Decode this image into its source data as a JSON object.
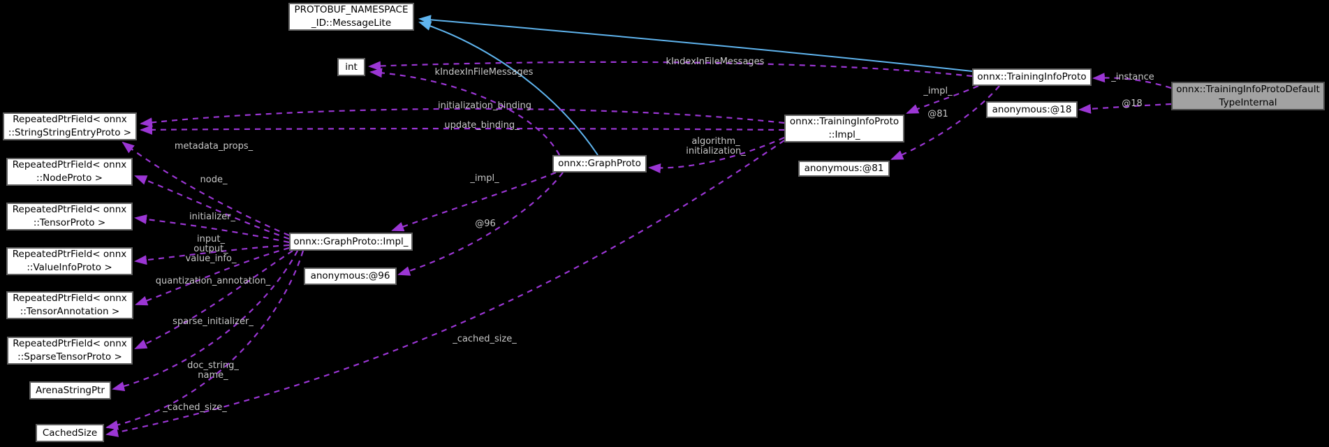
{
  "colors": {
    "background": "#000000",
    "node_fill": "#FFFFFF",
    "node_border": "#606060",
    "node_text": "#000000",
    "highlight_fill": "#A2A2A2",
    "highlight_border": "#4A4A4A",
    "edge": "#9B36D4",
    "inheritance_edge": "#5FB4EE",
    "edge_label": "#C8C8C8"
  },
  "nodes": {
    "messagelite": {
      "lines": [
        "PROTOBUF_NAMESPACE",
        "_ID::MessageLite"
      ]
    },
    "int": {
      "lines": [
        "int"
      ]
    },
    "rpf_stringstringentryproto": {
      "lines": [
        "RepeatedPtrField< onnx",
        "::StringStringEntryProto >"
      ]
    },
    "rpf_nodeproto": {
      "lines": [
        "RepeatedPtrField< onnx",
        "::NodeProto >"
      ]
    },
    "rpf_tensorproto": {
      "lines": [
        "RepeatedPtrField< onnx",
        "::TensorProto >"
      ]
    },
    "rpf_valueinfoproto": {
      "lines": [
        "RepeatedPtrField< onnx",
        "::ValueInfoProto >"
      ]
    },
    "rpf_tensorannotation": {
      "lines": [
        "RepeatedPtrField< onnx",
        "::TensorAnnotation >"
      ]
    },
    "rpf_sparsetensorproto": {
      "lines": [
        "RepeatedPtrField< onnx",
        "::SparseTensorProto >"
      ]
    },
    "arenastringptr": {
      "lines": [
        "ArenaStringPtr"
      ]
    },
    "cachedsize": {
      "lines": [
        "CachedSize"
      ]
    },
    "graphproto": {
      "lines": [
        "onnx::GraphProto"
      ]
    },
    "graphproto_impl": {
      "lines": [
        "onnx::GraphProto::Impl_"
      ]
    },
    "anon96": {
      "lines": [
        "anonymous:@96"
      ]
    },
    "traininginfoproto": {
      "lines": [
        "onnx::TrainingInfoProto"
      ]
    },
    "anon18": {
      "lines": [
        "anonymous:@18"
      ]
    },
    "traininginfoproto_impl": {
      "lines": [
        "onnx::TrainingInfoProto",
        "::Impl_"
      ]
    },
    "anon81": {
      "lines": [
        "anonymous:@81"
      ]
    },
    "defaulttypeinternal": {
      "lines": [
        "onnx::TrainingInfoProtoDefault",
        "TypeInternal"
      ]
    }
  },
  "edge_labels": {
    "kindex_graphproto": {
      "text": "kIndexInFileMessages"
    },
    "kindex_traininginfoproto": {
      "text": "kIndexInFileMessages"
    },
    "initialization_binding": {
      "text": "initialization_binding"
    },
    "update_binding": {
      "text": "update_binding_"
    },
    "metadata_props": {
      "text": "metadata_props_"
    },
    "node_member": {
      "text": "node_"
    },
    "initializer": {
      "text": "initializer_"
    },
    "input_output_value_info": {
      "lines": [
        "input_",
        "output_",
        "value_info_"
      ]
    },
    "quantization_annotation": {
      "text": "quantization_annotation_"
    },
    "sparse_initializer": {
      "text": "sparse_initializer_"
    },
    "doc_string_name": {
      "lines": [
        "doc_string_",
        "name_"
      ]
    },
    "cached_size_graph": {
      "text": "_cached_size_"
    },
    "impl_graph": {
      "text": "_impl_"
    },
    "at96": {
      "text": "@96"
    },
    "impl_training": {
      "text": "_impl_"
    },
    "at81": {
      "text": "@81"
    },
    "algorithm_initialization": {
      "lines": [
        "algorithm_",
        "initialization_"
      ]
    },
    "cached_size_training": {
      "text": "_cached_size_"
    },
    "instance": {
      "text": "_instance"
    },
    "at18": {
      "text": "@18"
    }
  }
}
